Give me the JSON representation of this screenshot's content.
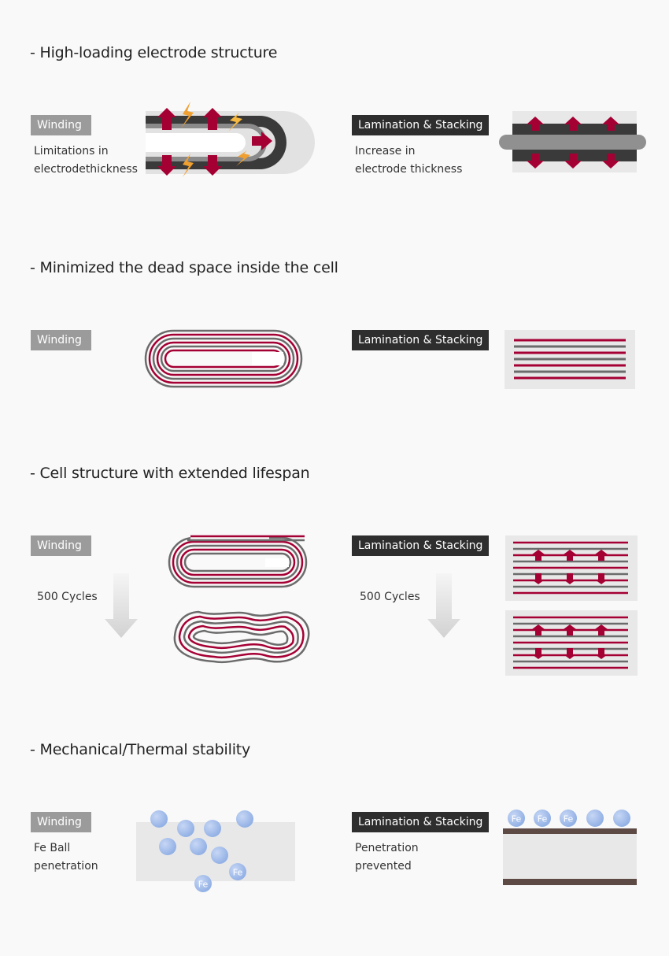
{
  "colors": {
    "background": "#f9f9f9",
    "winding_tag": "#9b9b9b",
    "lamination_tag": "#2e2e2e",
    "electrode_red": "#a50034",
    "electrode_grey": "#6b6b6b",
    "cell_panel": "#e8e8e8",
    "spark_orange": "#f0a030",
    "fe_ball": "#9ab5e6",
    "plate_brown": "#5e4a45"
  },
  "sections": [
    {
      "heading": "- High-loading electrode structure",
      "winding": {
        "tag": "Winding",
        "desc_lines": [
          "Limitations in",
          "electrodethickness"
        ]
      },
      "lamination": {
        "tag": "Lamination & Stacking",
        "desc_lines": [
          "Increase in",
          "electrode thickness"
        ]
      }
    },
    {
      "heading": "- Minimized the dead space inside the cell",
      "winding": {
        "tag": "Winding"
      },
      "lamination": {
        "tag": "Lamination & Stacking"
      }
    },
    {
      "heading": "- Cell structure with extended lifespan",
      "winding": {
        "tag": "Winding",
        "cycles": "500 Cycles"
      },
      "lamination": {
        "tag": "Lamination & Stacking",
        "cycles": "500 Cycles"
      }
    },
    {
      "heading": "- Mechanical/Thermal stability",
      "winding": {
        "tag": "Winding",
        "desc_lines": [
          "Fe Ball",
          "penetration"
        ]
      },
      "lamination": {
        "tag": "Lamination & Stacking",
        "desc_lines": [
          "Penetration",
          "prevented"
        ]
      }
    }
  ],
  "fe_label": "Fe"
}
